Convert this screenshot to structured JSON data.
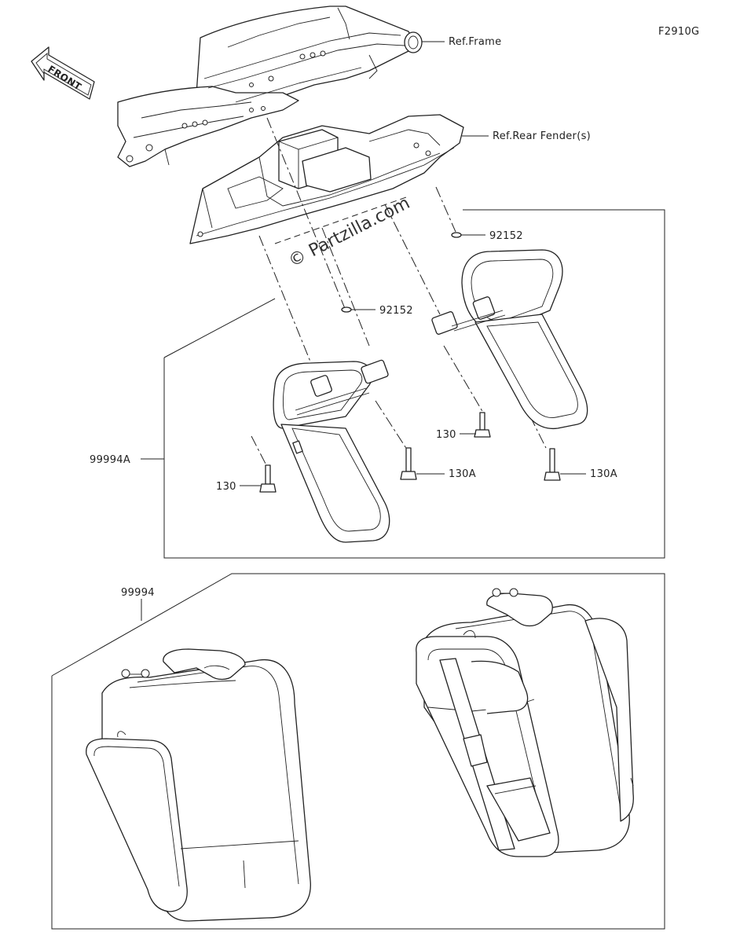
{
  "diagram_code": "F2910G",
  "front_label": "FRONT",
  "watermark": "© Partzilla.com",
  "callouts": {
    "ref_frame": "Ref.Frame",
    "ref_rear_fender": "Ref.Rear Fender(s)",
    "bracket_kit": "99994A",
    "pannier_kit": "99994",
    "part_92152_a": "92152",
    "part_92152_b": "92152",
    "part_130_right": "130",
    "part_130_left": "130",
    "part_130A_left": "130A",
    "part_130A_right": "130A"
  },
  "colors": {
    "line": "#222222",
    "background": "#ffffff"
  }
}
